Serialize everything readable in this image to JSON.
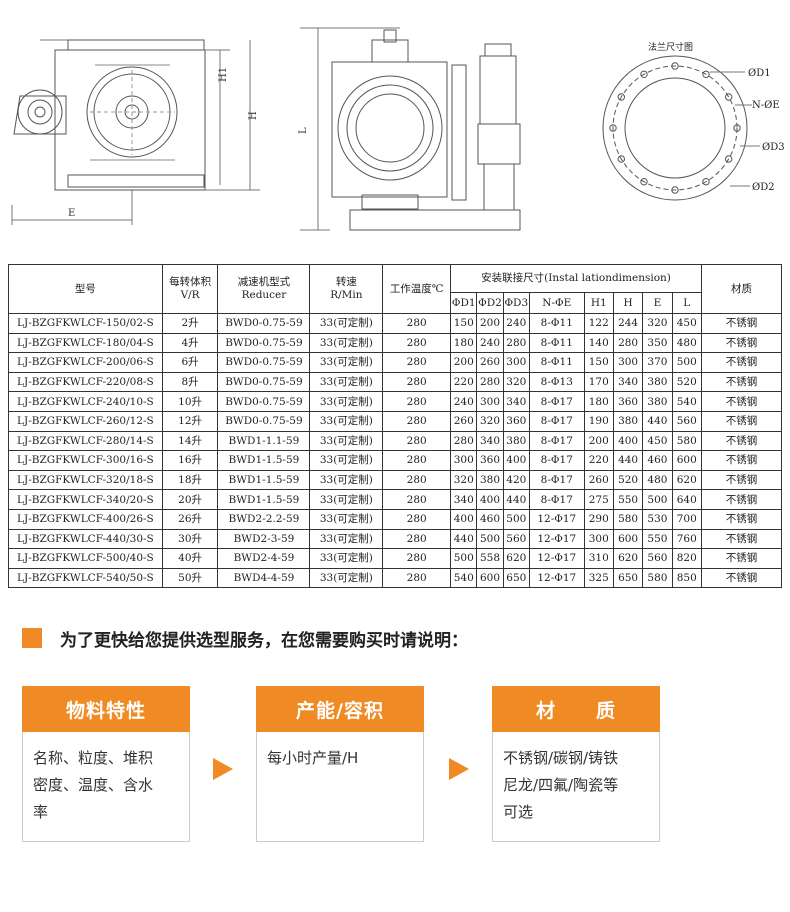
{
  "drawings": {
    "flange_title": "法兰尺寸图",
    "labels": {
      "h1": "H1",
      "h": "H",
      "e": "E",
      "l": "L",
      "d1": "ØD1",
      "noe": "N-ØE",
      "d3": "ØD3",
      "d2": "ØD2"
    }
  },
  "table": {
    "headers": {
      "model": "型号",
      "volume": "每转体积\nV/R",
      "reducer": "减速机型式\nReducer",
      "speed": "转速\nR/Min",
      "temp": "工作温度℃",
      "install": "安装联接尺寸(Instal lationdimension)",
      "material": "材质",
      "sub": [
        "ΦD1",
        "ΦD2",
        "ΦD3",
        "N-ΦE",
        "H1",
        "H",
        "E",
        "L"
      ]
    },
    "rows": [
      [
        "LJ-BZGFKWLCF-150/02-S",
        "2升",
        "BWD0-0.75-59",
        "33(可定制)",
        "280",
        "150",
        "200",
        "240",
        "8-Φ11",
        "122",
        "244",
        "320",
        "450",
        "不锈钢"
      ],
      [
        "LJ-BZGFKWLCF-180/04-S",
        "4升",
        "BWD0-0.75-59",
        "33(可定制)",
        "280",
        "180",
        "240",
        "280",
        "8-Φ11",
        "140",
        "280",
        "350",
        "480",
        "不锈钢"
      ],
      [
        "LJ-BZGFKWLCF-200/06-S",
        "6升",
        "BWD0-0.75-59",
        "33(可定制)",
        "280",
        "200",
        "260",
        "300",
        "8-Φ11",
        "150",
        "300",
        "370",
        "500",
        "不锈钢"
      ],
      [
        "LJ-BZGFKWLCF-220/08-S",
        "8升",
        "BWD0-0.75-59",
        "33(可定制)",
        "280",
        "220",
        "280",
        "320",
        "8-Φ13",
        "170",
        "340",
        "380",
        "520",
        "不锈钢"
      ],
      [
        "LJ-BZGFKWLCF-240/10-S",
        "10升",
        "BWD0-0.75-59",
        "33(可定制)",
        "280",
        "240",
        "300",
        "340",
        "8-Φ17",
        "180",
        "360",
        "380",
        "540",
        "不锈钢"
      ],
      [
        "LJ-BZGFKWLCF-260/12-S",
        "12升",
        "BWD0-0.75-59",
        "33(可定制)",
        "280",
        "260",
        "320",
        "360",
        "8-Φ17",
        "190",
        "380",
        "440",
        "560",
        "不锈钢"
      ],
      [
        "LJ-BZGFKWLCF-280/14-S",
        "14升",
        "BWD1-1.1-59",
        "33(可定制)",
        "280",
        "280",
        "340",
        "380",
        "8-Φ17",
        "200",
        "400",
        "450",
        "580",
        "不锈钢"
      ],
      [
        "LJ-BZGFKWLCF-300/16-S",
        "16升",
        "BWD1-1.5-59",
        "33(可定制)",
        "280",
        "300",
        "360",
        "400",
        "8-Φ17",
        "220",
        "440",
        "460",
        "600",
        "不锈钢"
      ],
      [
        "LJ-BZGFKWLCF-320/18-S",
        "18升",
        "BWD1-1.5-59",
        "33(可定制)",
        "280",
        "320",
        "380",
        "420",
        "8-Φ17",
        "260",
        "520",
        "480",
        "620",
        "不锈钢"
      ],
      [
        "LJ-BZGFKWLCF-340/20-S",
        "20升",
        "BWD1-1.5-59",
        "33(可定制)",
        "280",
        "340",
        "400",
        "440",
        "8-Φ17",
        "275",
        "550",
        "500",
        "640",
        "不锈钢"
      ],
      [
        "LJ-BZGFKWLCF-400/26-S",
        "26升",
        "BWD2-2.2-59",
        "33(可定制)",
        "280",
        "400",
        "460",
        "500",
        "12-Φ17",
        "290",
        "580",
        "530",
        "700",
        "不锈钢"
      ],
      [
        "LJ-BZGFKWLCF-440/30-S",
        "30升",
        "BWD2-3-59",
        "33(可定制)",
        "280",
        "440",
        "500",
        "560",
        "12-Φ17",
        "300",
        "600",
        "550",
        "760",
        "不锈钢"
      ],
      [
        "LJ-BZGFKWLCF-500/40-S",
        "40升",
        "BWD2-4-59",
        "33(可定制)",
        "280",
        "500",
        "558",
        "620",
        "12-Φ17",
        "310",
        "620",
        "560",
        "820",
        "不锈钢"
      ],
      [
        "LJ-BZGFKWLCF-540/50-S",
        "50升",
        "BWD4-4-59",
        "33(可定制)",
        "280",
        "540",
        "600",
        "650",
        "12-Φ17",
        "325",
        "650",
        "580",
        "850",
        "不锈钢"
      ]
    ]
  },
  "notice": {
    "title": "为了更快给您提供选型服务，在您需要购买时请说明：",
    "accent": "#f08a24"
  },
  "cards": [
    {
      "title": "物料特性",
      "body": "名称、粒度、堆积\n密度、温度、含水\n率"
    },
    {
      "title": "产能/容积",
      "body": "每小时产量/H"
    },
    {
      "title": "材　　质",
      "body": "不锈钢/碳钢/铸铁\n尼龙/四氟/陶瓷等\n可选"
    }
  ]
}
